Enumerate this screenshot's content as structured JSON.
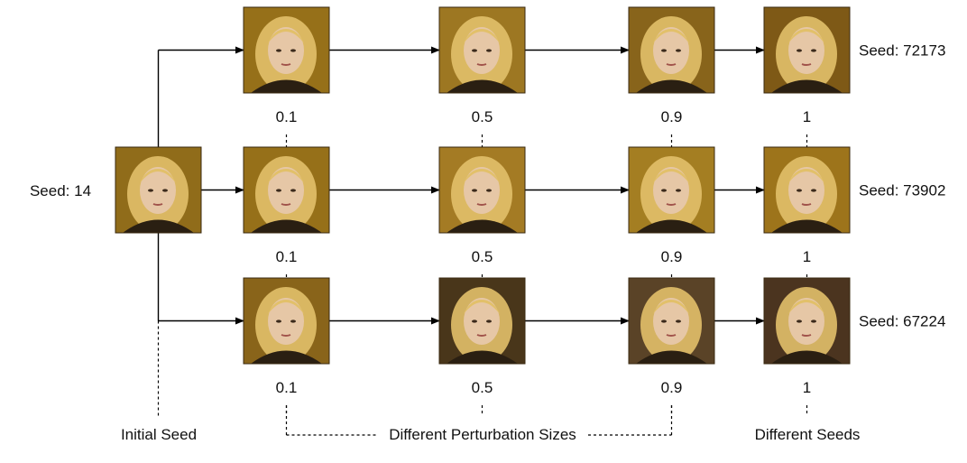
{
  "initial_seed": {
    "label": "Seed: 14"
  },
  "rows": [
    {
      "seed_label": "Seed: 72173",
      "cells": [
        {
          "value": "0.1",
          "tone": "#b8891f"
        },
        {
          "value": "0.5",
          "tone": "#c0922a"
        },
        {
          "value": "0.9",
          "tone": "#a67a22"
        },
        {
          "value": "1",
          "tone": "#9a6d1c"
        }
      ]
    },
    {
      "seed_label": "Seed: 73902",
      "cells": [
        {
          "value": "0.1",
          "tone": "#b8891f"
        },
        {
          "value": "0.5",
          "tone": "#c8972c"
        },
        {
          "value": "0.9",
          "tone": "#c99a2a"
        },
        {
          "value": "1",
          "tone": "#c08e22"
        }
      ]
    },
    {
      "seed_label": "Seed: 67224",
      "cells": [
        {
          "value": "0.1",
          "tone": "#a87a20"
        },
        {
          "value": "0.5",
          "tone": "#5a4220"
        },
        {
          "value": "0.9",
          "tone": "#6e5230"
        },
        {
          "value": "1",
          "tone": "#5c4026"
        }
      ]
    }
  ],
  "captions": {
    "initial": "Initial Seed",
    "perturbation": "Different Perturbation Sizes",
    "seeds": "Different Seeds"
  },
  "colors": {
    "hair": "#e2c06a",
    "skin": "#e6c7a6",
    "line": "#000000"
  }
}
